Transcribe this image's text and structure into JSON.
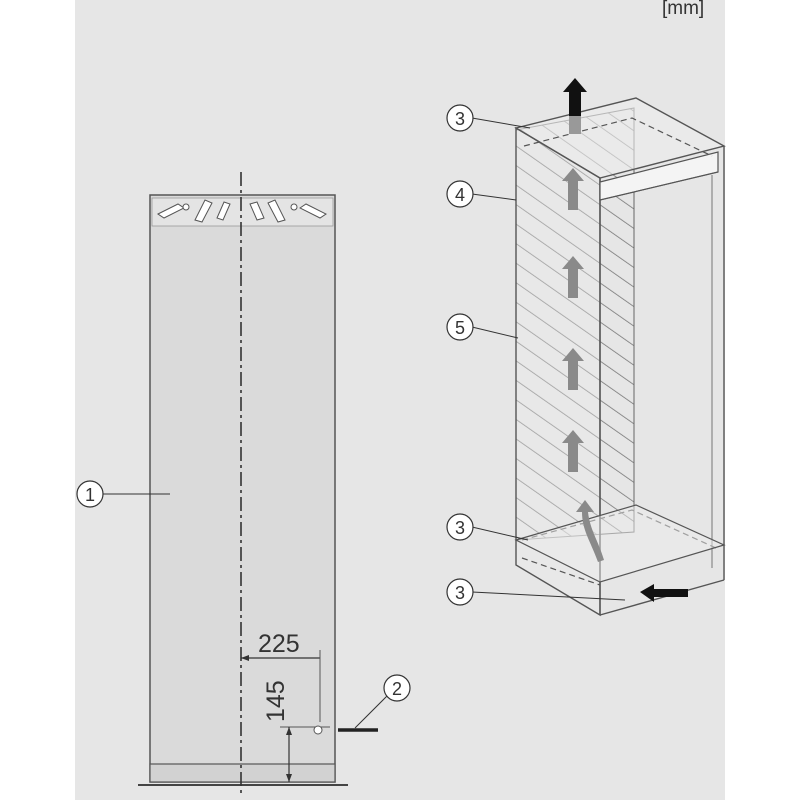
{
  "unit_label": "[mm]",
  "callouts": {
    "c1": "1",
    "c2": "2",
    "c3a": "3",
    "c3b": "3",
    "c3c": "3",
    "c4": "4",
    "c5": "5"
  },
  "dimensions": {
    "horizontal": "225",
    "vertical": "145"
  }
}
